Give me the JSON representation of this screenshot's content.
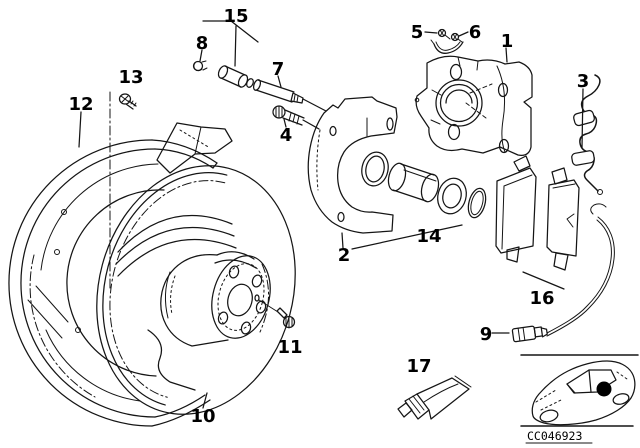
{
  "callouts": [
    {
      "n": "1"
    },
    {
      "n": "2"
    },
    {
      "n": "3"
    },
    {
      "n": "4"
    },
    {
      "n": "5"
    },
    {
      "n": "6"
    },
    {
      "n": "7"
    },
    {
      "n": "8"
    },
    {
      "n": "9"
    },
    {
      "n": "10"
    },
    {
      "n": "11"
    },
    {
      "n": "12"
    },
    {
      "n": "13"
    },
    {
      "n": "14"
    },
    {
      "n": "15"
    },
    {
      "n": "16"
    },
    {
      "n": "17"
    }
  ],
  "inset": {
    "code": "CC046923"
  },
  "colors": {
    "line": "#151515",
    "background": "#ffffff",
    "locator_dot": "#000000"
  }
}
